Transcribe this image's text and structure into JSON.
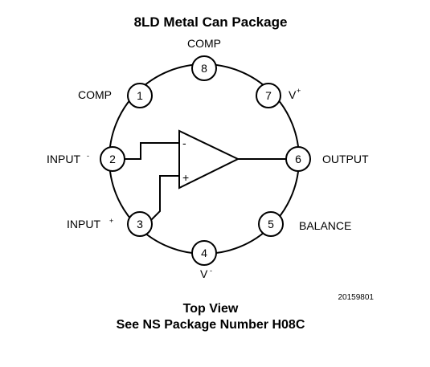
{
  "title": "8LD Metal Can Package",
  "pins": [
    {
      "number": "1",
      "name": "COMP",
      "superscript": ""
    },
    {
      "number": "2",
      "name": "INPUT",
      "superscript": "-"
    },
    {
      "number": "3",
      "name": "INPUT",
      "superscript": "+"
    },
    {
      "number": "4",
      "name": "V",
      "superscript": "-"
    },
    {
      "number": "5",
      "name": "BALANCE",
      "superscript": ""
    },
    {
      "number": "6",
      "name": "OUTPUT",
      "superscript": ""
    },
    {
      "number": "7",
      "name": "V",
      "superscript": "+"
    },
    {
      "number": "8",
      "name": "COMP",
      "superscript": ""
    }
  ],
  "opamp": {
    "minus_sign": "-",
    "plus_sign": "+"
  },
  "drawing_number": "20159801",
  "footer": {
    "line1": "Top View",
    "line2": "See NS Package Number H08C"
  }
}
